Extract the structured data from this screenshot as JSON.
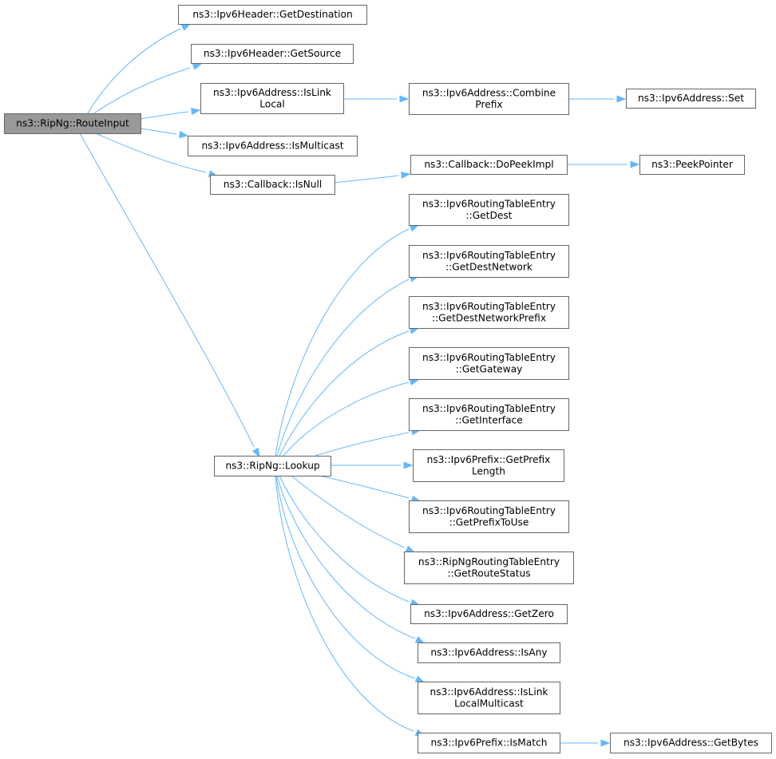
{
  "diagram": {
    "colors": {
      "root_fill": "#999999",
      "node_fill": "#ffffff",
      "node_border": "#666666",
      "edge": "#63b8ff",
      "text": "#000000"
    },
    "nodes": {
      "route_input": [
        "ns3::RipNg::RouteInput"
      ],
      "get_destination": [
        "ns3::Ipv6Header::GetDestination"
      ],
      "get_source": [
        "ns3::Ipv6Header::GetSource"
      ],
      "is_link_local": [
        "ns3::Ipv6Address::IsLink",
        "Local"
      ],
      "combine_prefix": [
        "ns3::Ipv6Address::Combine",
        "Prefix"
      ],
      "set": [
        "ns3::Ipv6Address::Set"
      ],
      "is_multicast": [
        "ns3::Ipv6Address::IsMulticast"
      ],
      "is_null": [
        "ns3::Callback::IsNull"
      ],
      "do_peek_impl": [
        "ns3::Callback::DoPeekImpl"
      ],
      "peek_pointer": [
        "ns3::PeekPointer"
      ],
      "lookup": [
        "ns3::RipNg::Lookup"
      ],
      "get_dest": [
        "ns3::Ipv6RoutingTableEntry",
        "::GetDest"
      ],
      "get_dest_network": [
        "ns3::Ipv6RoutingTableEntry",
        "::GetDestNetwork"
      ],
      "get_dest_network_prefix": [
        "ns3::Ipv6RoutingTableEntry",
        "::GetDestNetworkPrefix"
      ],
      "get_gateway": [
        "ns3::Ipv6RoutingTableEntry",
        "::GetGateway"
      ],
      "get_interface": [
        "ns3::Ipv6RoutingTableEntry",
        "::GetInterface"
      ],
      "get_prefix_length": [
        "ns3::Ipv6Prefix::GetPrefix",
        "Length"
      ],
      "get_prefix_to_use": [
        "ns3::Ipv6RoutingTableEntry",
        "::GetPrefixToUse"
      ],
      "get_route_status": [
        "ns3::RipNgRoutingTableEntry",
        "::GetRouteStatus"
      ],
      "get_zero": [
        "ns3::Ipv6Address::GetZero"
      ],
      "is_any": [
        "ns3::Ipv6Address::IsAny"
      ],
      "is_link_local_multicast": [
        "ns3::Ipv6Address::IsLink",
        "LocalMulticast"
      ],
      "is_match": [
        "ns3::Ipv6Prefix::IsMatch"
      ],
      "get_bytes": [
        "ns3::Ipv6Address::GetBytes"
      ]
    }
  }
}
